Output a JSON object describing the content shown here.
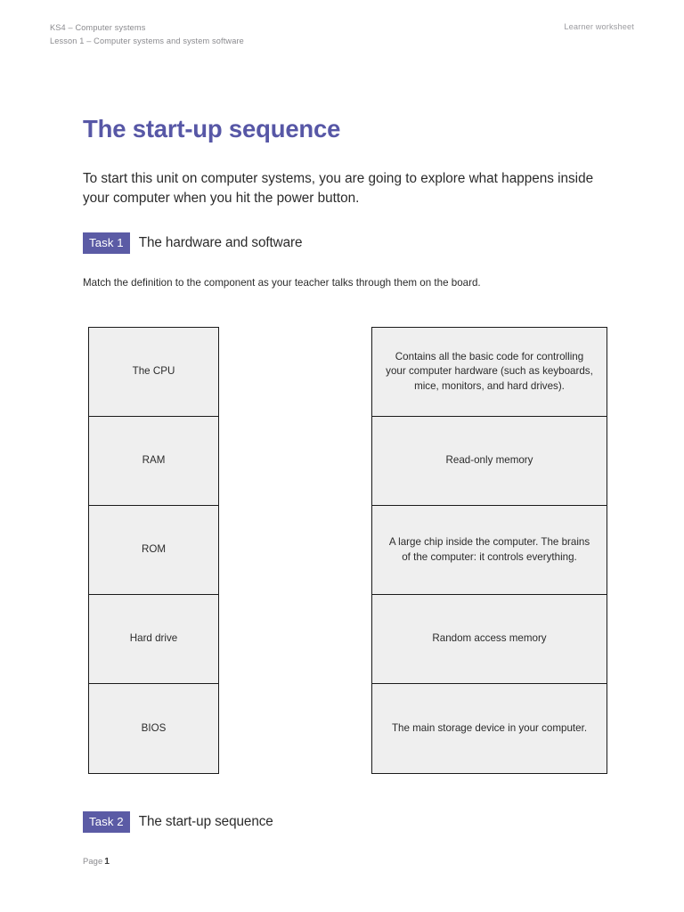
{
  "header": {
    "left_line1": "KS4 – Computer systems",
    "left_line2": "Lesson 1 – Computer systems and system software",
    "right": "Learner worksheet"
  },
  "title": "The start-up sequence",
  "intro": "To start this unit on computer systems, you are going to explore what happens inside your computer when you hit the power button.",
  "task1": {
    "badge": "Task 1",
    "title": "The hardware and software",
    "instruction": "Match the definition to the component as your teacher talks through them on the board."
  },
  "match": {
    "components": [
      "The CPU",
      "RAM",
      "ROM",
      "Hard drive",
      "BIOS"
    ],
    "definitions": [
      "Contains all the basic code for controlling your computer hardware (such as keyboards, mice, monitors, and hard drives).",
      "Read-only memory",
      "A large chip inside the computer. The brains of the computer: it controls everything.",
      "Random access memory",
      "The main storage device in your computer."
    ]
  },
  "task2": {
    "badge": "Task 2",
    "title": "The start-up sequence"
  },
  "footer": {
    "label": "Page",
    "page_number": "1"
  },
  "colors": {
    "title": "#5757a6",
    "badge": "#5b5ba5",
    "cell_fill": "#efefef",
    "cell_border": "#1a1a1a",
    "header_text": "#8a8a8e"
  }
}
